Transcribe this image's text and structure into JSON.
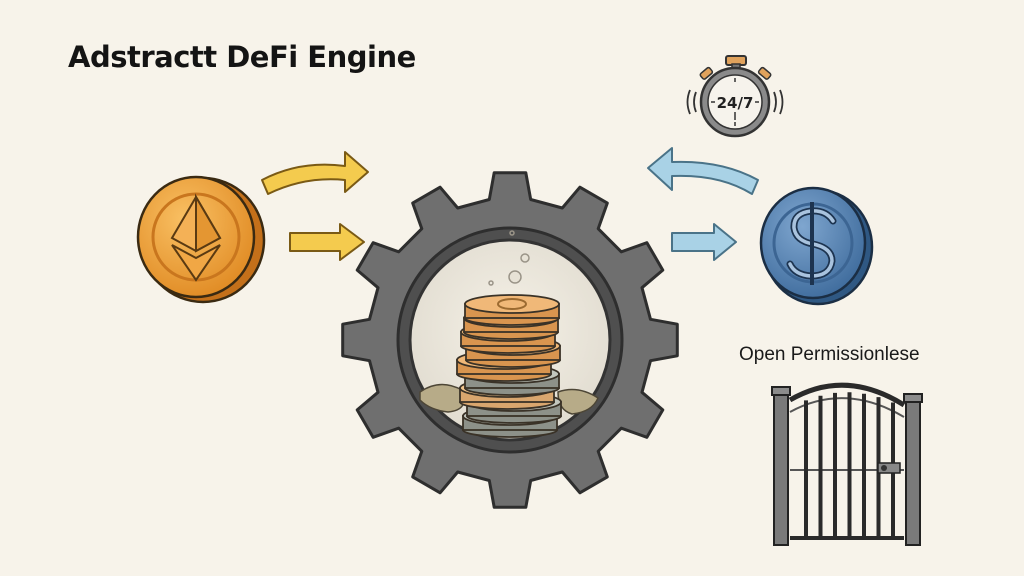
{
  "title": "Adstractt DeFi Engine",
  "timer": {
    "label": "24/7",
    "icon": "stopwatch-icon"
  },
  "gate": {
    "label": "Open Permissionlese",
    "icon": "gate-icon"
  },
  "input_coin": {
    "icon": "ethereum-coin-icon",
    "color": "#f0a23a"
  },
  "output_coin": {
    "icon": "dollar-coin-icon",
    "color": "#5b86b4"
  },
  "engine": {
    "icon": "gear-icon",
    "color": "#6d6d6d"
  },
  "colors": {
    "input_arrow": "#f4cb4e",
    "output_arrow": "#a9d2e6",
    "background": "#f7f3ea"
  }
}
